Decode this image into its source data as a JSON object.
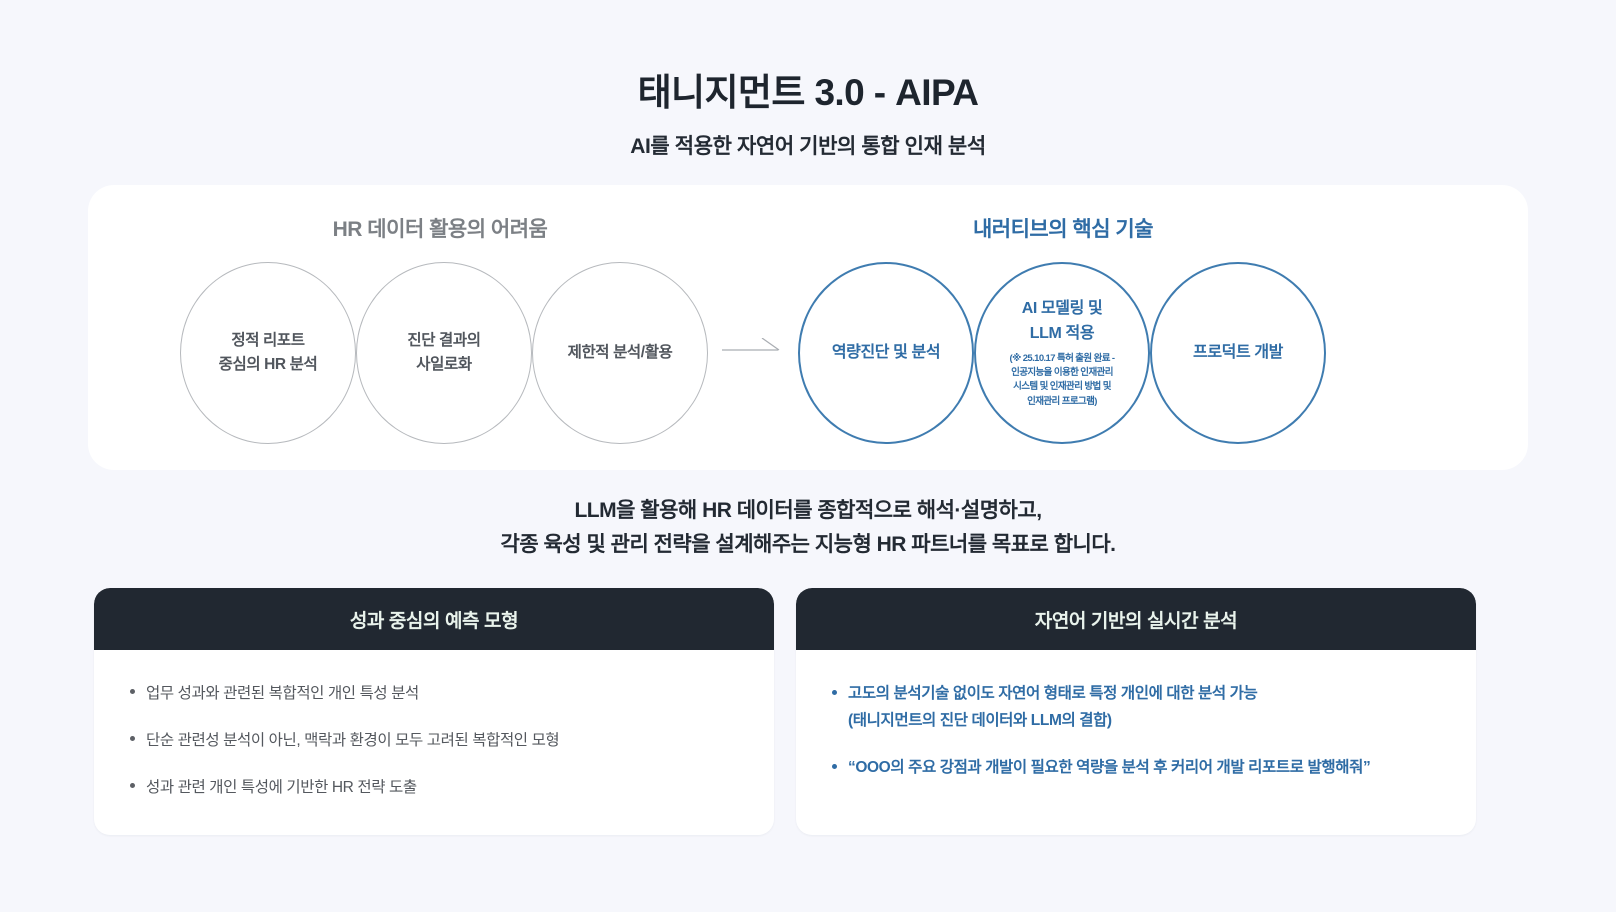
{
  "header": {
    "title": "태니지먼트 3.0 - AIPA",
    "subtitle": "AI를 적용한 자연어 기반의 통합 인재 분석"
  },
  "diagram": {
    "left_group": {
      "title": "HR 데이터 활용의 어려움",
      "circles": [
        {
          "label": "정적 리포트\n중심의 HR 분석"
        },
        {
          "label": "진단 결과의\n사일로화"
        },
        {
          "label": "제한적 분석/활용"
        }
      ]
    },
    "arrow_icon": "arrow-right-icon",
    "right_group": {
      "title": "내러티브의 핵심 기술",
      "circles": [
        {
          "label": "역량진단 및 분석",
          "note": ""
        },
        {
          "label": "AI 모델링 및\nLLM 적용",
          "note": "(※ 25.10.17 특허 출원 완료 -\n인공지능을 이용한 인재관리\n시스템 및 인재관리 방법 및\n인재관리 프로그램)"
        },
        {
          "label": "프로덕트 개발",
          "note": ""
        }
      ]
    }
  },
  "mission": "LLM을 활용해 HR 데이터를 종합적으로 해석·설명하고,\n각종 육성 및 관리 전략을 설계해주는 지능형 HR 파트너를 목표로 합니다.",
  "cards": [
    {
      "header": "성과 중심의 예측 모형",
      "bullets": [
        "업무 성과와 관련된 복합적인 개인 특성 분석",
        "단순 관련성 분석이 아닌, 맥락과 환경이 모두 고려된 복합적인 모형",
        "성과 관련 개인 특성에 기반한 HR 전략 도출"
      ]
    },
    {
      "header": "자연어 기반의 실시간 분석",
      "bullets": [
        "고도의 분석기술 없이도 자연어 형태로 특정 개인에 대한 분석 가능\n(태니지먼트의 진단 데이터와 LLM의 결합)",
        "“OOO의 주요 강점과 개발이 필요한 역량을 분석 후 커리어 개발 리포트로 발행해줘”"
      ]
    }
  ],
  "colors": {
    "background": "#f6f7fc",
    "panel": "#ffffff",
    "accent_blue": "#2f6ca5",
    "circle_blue_stroke": "#3f7cb0",
    "circle_gray_stroke": "#b6b9bd",
    "card_header_dark": "#212831",
    "card_header_text": "#e9f3ec",
    "title_dark": "#1e252e",
    "muted_gray": "#7c8085"
  }
}
